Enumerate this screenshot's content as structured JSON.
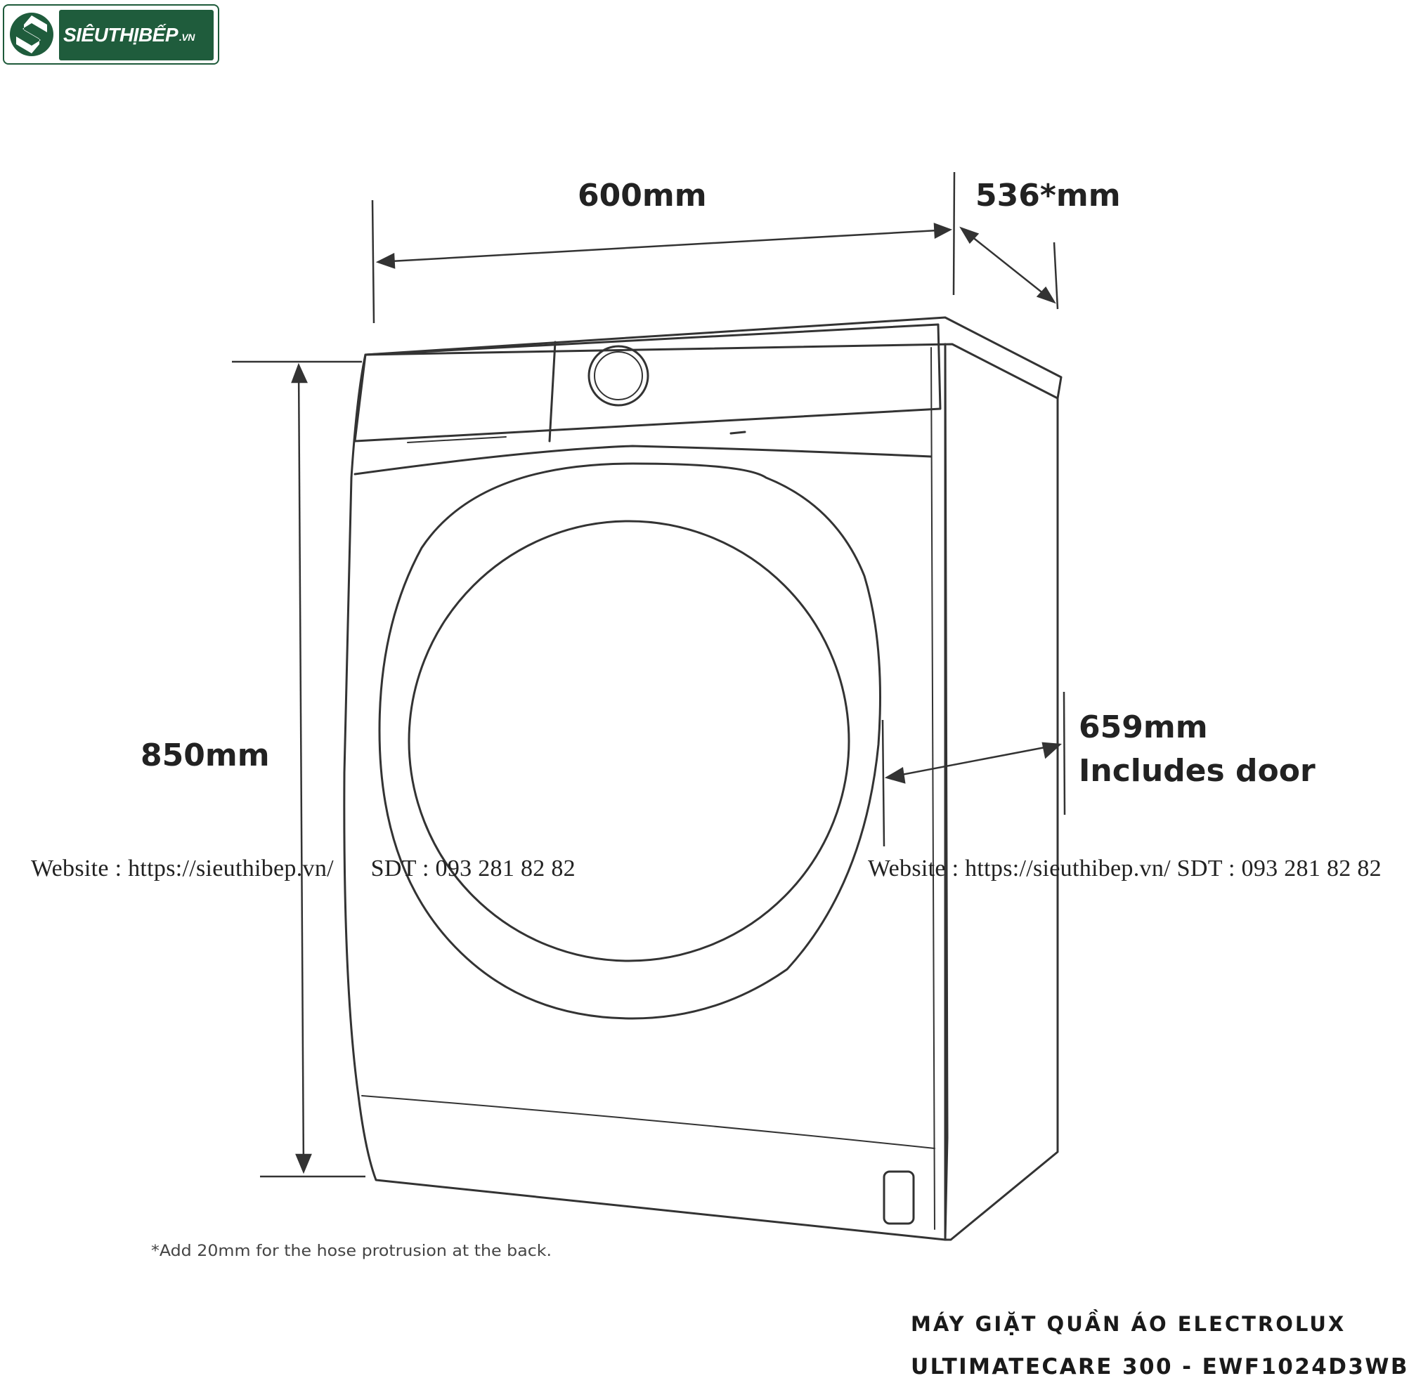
{
  "brand": {
    "name": "SIÊUTHỊBẾP",
    "tld": ".VN"
  },
  "dimensions": {
    "width": "600mm",
    "depth": "536*mm",
    "height": "850mm",
    "door_depth_line1": "659mm",
    "door_depth_line2": "Includes door",
    "footnote": "*Add 20mm for the hose protrusion at the back."
  },
  "watermark": {
    "left": "Website : https://sieuthibep.vn/      SDT : 093 281 82 82",
    "right": "Website : https://sieuthibep.vn/ SDT : 093 281 82 82"
  },
  "product": {
    "line1": "MÁY GIẶT QUẦN ÁO ELECTROLUX",
    "line2": "ULTIMATECARE 300 - EWF1024D3WB"
  },
  "colors": {
    "brand_green": "#1f5c3c",
    "line": "#333333"
  }
}
